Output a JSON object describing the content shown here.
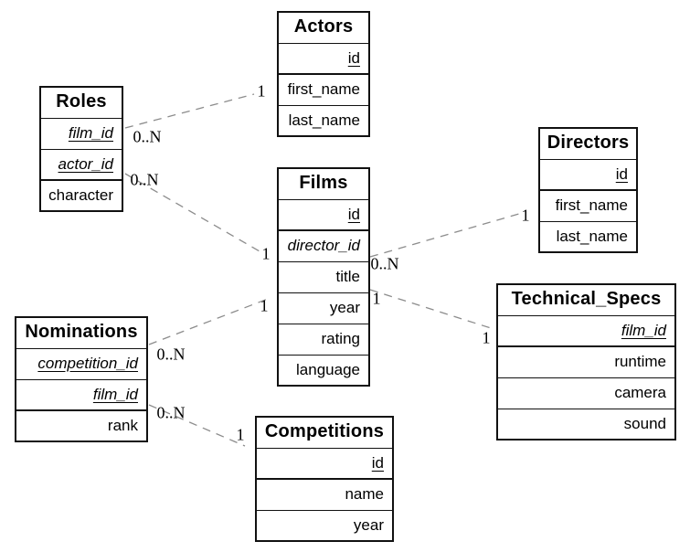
{
  "tables": {
    "roles": {
      "title": "Roles",
      "fields": [
        {
          "label": "film_id",
          "pk": true,
          "fk": true
        },
        {
          "label": "actor_id",
          "pk": true,
          "fk": true
        },
        {
          "label": "character",
          "pk": false,
          "fk": false
        }
      ]
    },
    "actors": {
      "title": "Actors",
      "fields": [
        {
          "label": "id",
          "pk": true,
          "fk": false
        },
        {
          "label": "first_name",
          "pk": false,
          "fk": false
        },
        {
          "label": "last_name",
          "pk": false,
          "fk": false
        }
      ]
    },
    "films": {
      "title": "Films",
      "fields": [
        {
          "label": "id",
          "pk": true,
          "fk": false
        },
        {
          "label": "director_id",
          "pk": false,
          "fk": true
        },
        {
          "label": "title",
          "pk": false,
          "fk": false
        },
        {
          "label": "year",
          "pk": false,
          "fk": false
        },
        {
          "label": "rating",
          "pk": false,
          "fk": false
        },
        {
          "label": "language",
          "pk": false,
          "fk": false
        }
      ]
    },
    "directors": {
      "title": "Directors",
      "fields": [
        {
          "label": "id",
          "pk": true,
          "fk": false
        },
        {
          "label": "first_name",
          "pk": false,
          "fk": false
        },
        {
          "label": "last_name",
          "pk": false,
          "fk": false
        }
      ]
    },
    "technical_specs": {
      "title": "Technical_Specs",
      "fields": [
        {
          "label": "film_id",
          "pk": true,
          "fk": true
        },
        {
          "label": "runtime",
          "pk": false,
          "fk": false
        },
        {
          "label": "camera",
          "pk": false,
          "fk": false
        },
        {
          "label": "sound",
          "pk": false,
          "fk": false
        }
      ]
    },
    "nominations": {
      "title": "Nominations",
      "fields": [
        {
          "label": "competition_id",
          "pk": true,
          "fk": true
        },
        {
          "label": "film_id",
          "pk": true,
          "fk": true
        },
        {
          "label": "rank",
          "pk": false,
          "fk": false
        }
      ]
    },
    "competitions": {
      "title": "Competitions",
      "fields": [
        {
          "label": "id",
          "pk": true,
          "fk": false
        },
        {
          "label": "name",
          "pk": false,
          "fk": false
        },
        {
          "label": "year",
          "pk": false,
          "fk": false
        }
      ]
    }
  },
  "relationships": {
    "roles_actors": {
      "roles_end": "0..N",
      "actors_end": "1"
    },
    "roles_films": {
      "roles_end": "0..N",
      "films_end": "1"
    },
    "films_directors": {
      "films_end": "0..N",
      "directors_end": "1"
    },
    "films_technical_specs": {
      "films_end": "1",
      "technical_specs_end": "1"
    },
    "nominations_films": {
      "nominations_end": "0..N",
      "films_end": "1"
    },
    "nominations_competitions": {
      "nominations_end": "0..N",
      "competitions_end": "1"
    }
  },
  "colors": {
    "table_border": "#111111",
    "relationship_line": "#8c8c8c",
    "background": "#ffffff",
    "text": "#000000"
  }
}
